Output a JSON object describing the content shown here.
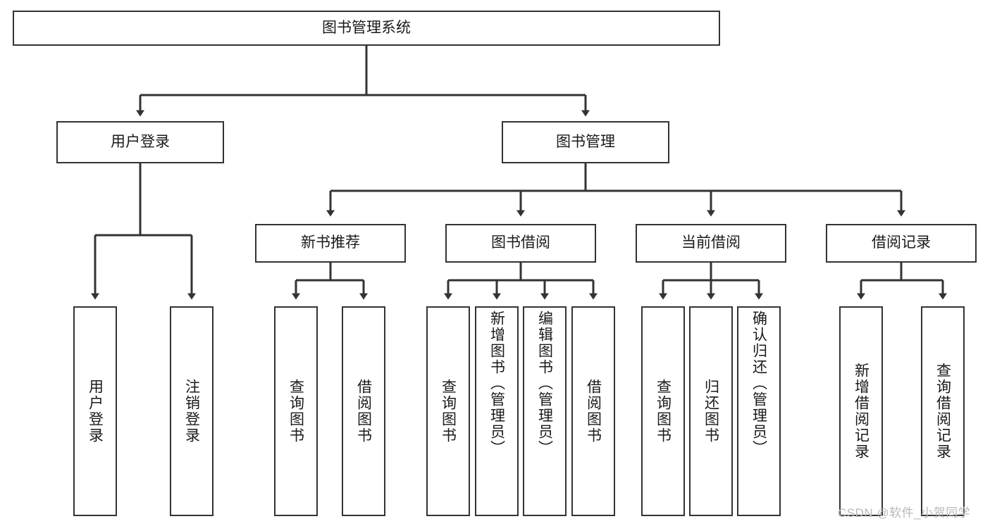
{
  "diagram": {
    "type": "tree-hierarchy-chart",
    "title": "图书管理系统",
    "root": {
      "label": "图书管理系统"
    },
    "level2": [
      {
        "label": "用户登录"
      },
      {
        "label": "图书管理"
      }
    ],
    "level3": [
      {
        "label": "新书推荐"
      },
      {
        "label": "图书借阅"
      },
      {
        "label": "当前借阅"
      },
      {
        "label": "借阅记录"
      }
    ],
    "leaves": [
      {
        "label": "用户登录",
        "parent": "用户登录"
      },
      {
        "label": "注销登录",
        "parent": "用户登录"
      },
      {
        "label": "查询图书",
        "parent": "新书推荐"
      },
      {
        "label": "借阅图书",
        "parent": "新书推荐"
      },
      {
        "label": "查询图书",
        "parent": "图书借阅"
      },
      {
        "label": "新增图书（管理员）",
        "parent": "图书借阅"
      },
      {
        "label": "编辑图书（管理员）",
        "parent": "图书借阅"
      },
      {
        "label": "借阅图书",
        "parent": "图书借阅"
      },
      {
        "label": "查询图书",
        "parent": "当前借阅"
      },
      {
        "label": "归还图书",
        "parent": "当前借阅"
      },
      {
        "label": "确认归还（管理员）",
        "parent": "当前借阅"
      },
      {
        "label": "新增借阅记录",
        "parent": "借阅记录"
      },
      {
        "label": "查询借阅记录",
        "parent": "借阅记录"
      }
    ],
    "watermark": "CSDN @软件_小贺同学",
    "colors": {
      "stroke": "#333333",
      "fill": "#ffffff",
      "text": "#1a1a1a",
      "watermark": "#b9b9b9"
    }
  }
}
